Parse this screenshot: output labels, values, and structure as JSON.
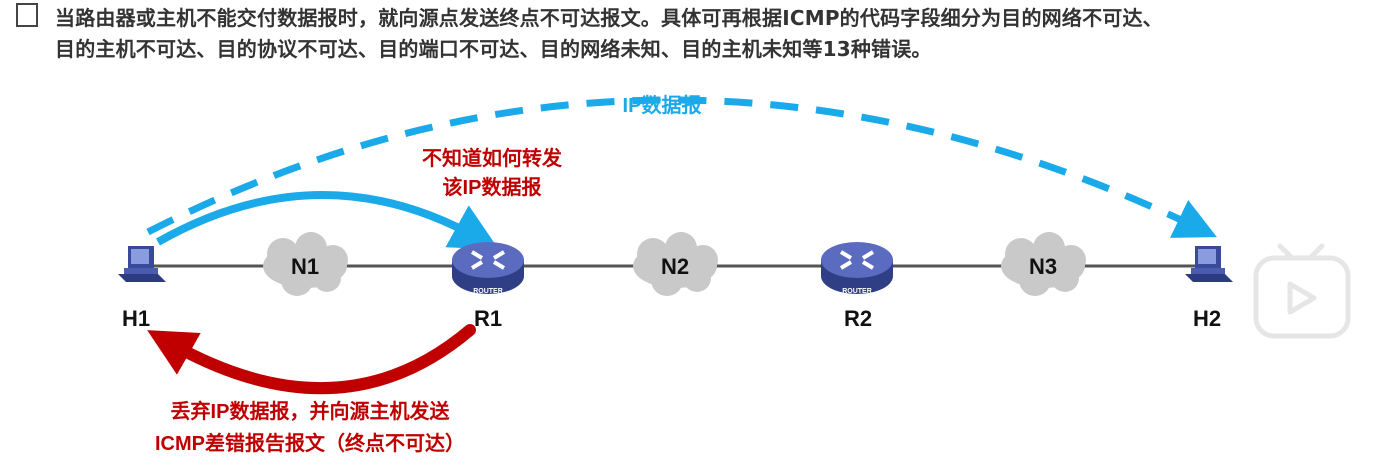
{
  "header": {
    "line1": "当路由器或主机不能交付数据报时，就向源点发送终点不可达报文。具体可再根据ICMP的代码字段细分为目的网络不可达、",
    "line2": "目的主机不可达、目的协议不可达、目的端口不可达、目的网络未知、目的主机未知等13种错误。"
  },
  "nodes": {
    "h1": "H1",
    "r1": "R1",
    "r2": "R2",
    "h2": "H2",
    "n1": "N1",
    "n2": "N2",
    "n3": "N3",
    "router_tag": "ROUTER"
  },
  "annotations": {
    "ip_datagram": "IP数据报",
    "unknown_forward_1": "不知道如何转发",
    "unknown_forward_2": "该IP数据报",
    "discard_1": "丢弃IP数据报，并向源主机发送",
    "discard_2": "ICMP差错报告报文（终点不可达）"
  },
  "colors": {
    "blue": "#1AAAE9",
    "red": "#C00000",
    "router": "#4A5AA8",
    "cloud": "#C9C9C9"
  }
}
